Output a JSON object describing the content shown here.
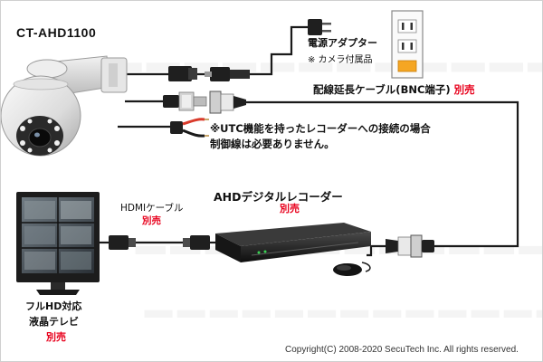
{
  "model": "CT-AHD1100",
  "power_adapter": {
    "label": "電源アダプター",
    "note": "※ カメラ付属品"
  },
  "extension_cable": {
    "label": "配線延長ケーブル(BNC端子)",
    "tag": "別売"
  },
  "utc_note": {
    "line1": "※UTC機能を持ったレコーダーへの接続の場合",
    "line2": "制御線は必要ありません。"
  },
  "recorder": {
    "label": "AHDデジタルレコーダー",
    "tag": "別売"
  },
  "hdmi_cable": {
    "label": "HDMIケーブル",
    "tag": "別売"
  },
  "monitor": {
    "line1": "フルHD対応",
    "line2": "液晶テレビ",
    "tag": "別売"
  },
  "copyright": "Copyright(C) 2008-2020 SecuTech Inc. All rights reserved.",
  "colors": {
    "accent_red": "#e8001c",
    "cable": "#1a1a1a",
    "outlet_orange": "#f5a623",
    "wire_red": "#d93a2b"
  }
}
